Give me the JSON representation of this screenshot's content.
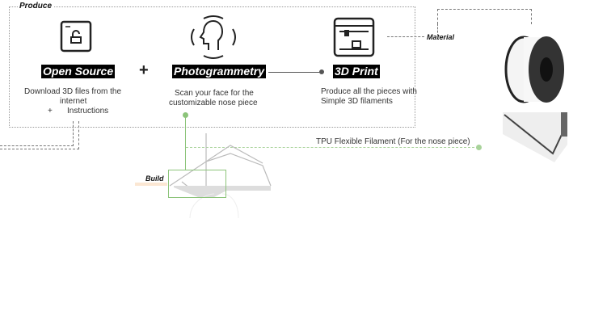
{
  "produce": {
    "title": "Produce"
  },
  "steps": [
    {
      "label": "Open Source",
      "desc_lines": [
        "Download 3D files from the",
        "internet"
      ],
      "extra_plus": "+",
      "extra": "Instructions"
    },
    {
      "label": "Photogrammetry",
      "desc_lines": [
        "Scan your face for the",
        "customizable  nose piece"
      ]
    },
    {
      "label": "3D Print",
      "desc_lines": [
        "Produce all the pieces with",
        "Simple 3D filaments"
      ]
    }
  ],
  "plus": "+",
  "material": {
    "title": "Material"
  },
  "tpu": "TPU Flexible Filament (For the nose piece)",
  "build": {
    "title": "Build"
  },
  "colors": {
    "green": "#8cc47a",
    "black": "#000000"
  }
}
